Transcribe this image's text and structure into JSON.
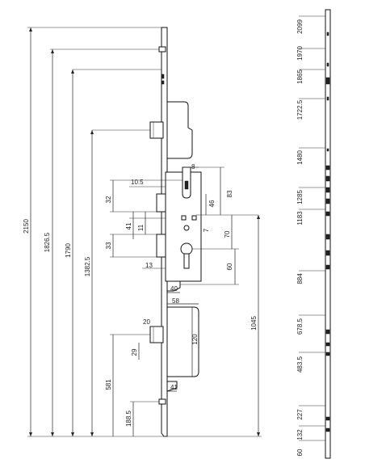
{
  "front_view": {
    "overall_dims": [
      "2150",
      "1826.5",
      "1790",
      "1382.5"
    ],
    "lock_dims": [
      "10.5",
      "8",
      "32",
      "83",
      "46",
      "41",
      "11",
      "7",
      "70",
      "33",
      "13",
      "60",
      "40",
      "58"
    ],
    "lower_dims": [
      "1045",
      "20",
      "29",
      "120",
      "581",
      "41",
      "188.5"
    ]
  },
  "side_view": {
    "positions": [
      "2099",
      "1970",
      "1865",
      "1722.5",
      "1480",
      "1285",
      "1183",
      "884",
      "678.5",
      "483.5",
      "227",
      "132",
      "60"
    ]
  },
  "colors": {
    "line": "#222222",
    "background": "#ffffff"
  }
}
